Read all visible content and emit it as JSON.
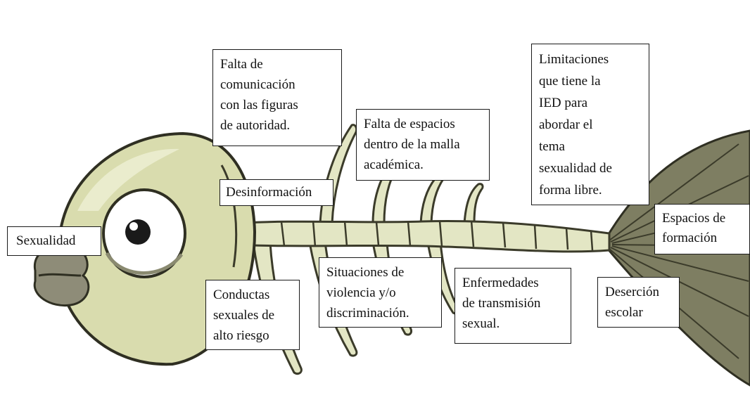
{
  "diagram": {
    "problem": "Sexualidad",
    "causes": {
      "top": [
        "Falta de\ncomunicación\ncon las figuras\nde autoridad.",
        "Desinformación",
        "Falta de espacios\ndentro de la malla\nacadémica.",
        "Limitaciones\nque tiene la\nIED para\nabordar el\ntema\nsexualidad de\nforma libre.",
        "Espacios de\nformación"
      ],
      "bottom": [
        "Conductas\nsexuales de\nalto riesgo",
        "Situaciones de\nviolencia y/o\ndiscriminación.",
        "Enfermedades\nde transmisión\nsexual.",
        "Deserción\nescolar"
      ]
    }
  },
  "colors": {
    "fish_body": "#d9dcae",
    "fish_outline": "#3b3b2a",
    "bone": "#e3e6c4",
    "tail": "#7e7e62",
    "lips": "#8e8c78",
    "label_border": "#1a1a1a"
  }
}
